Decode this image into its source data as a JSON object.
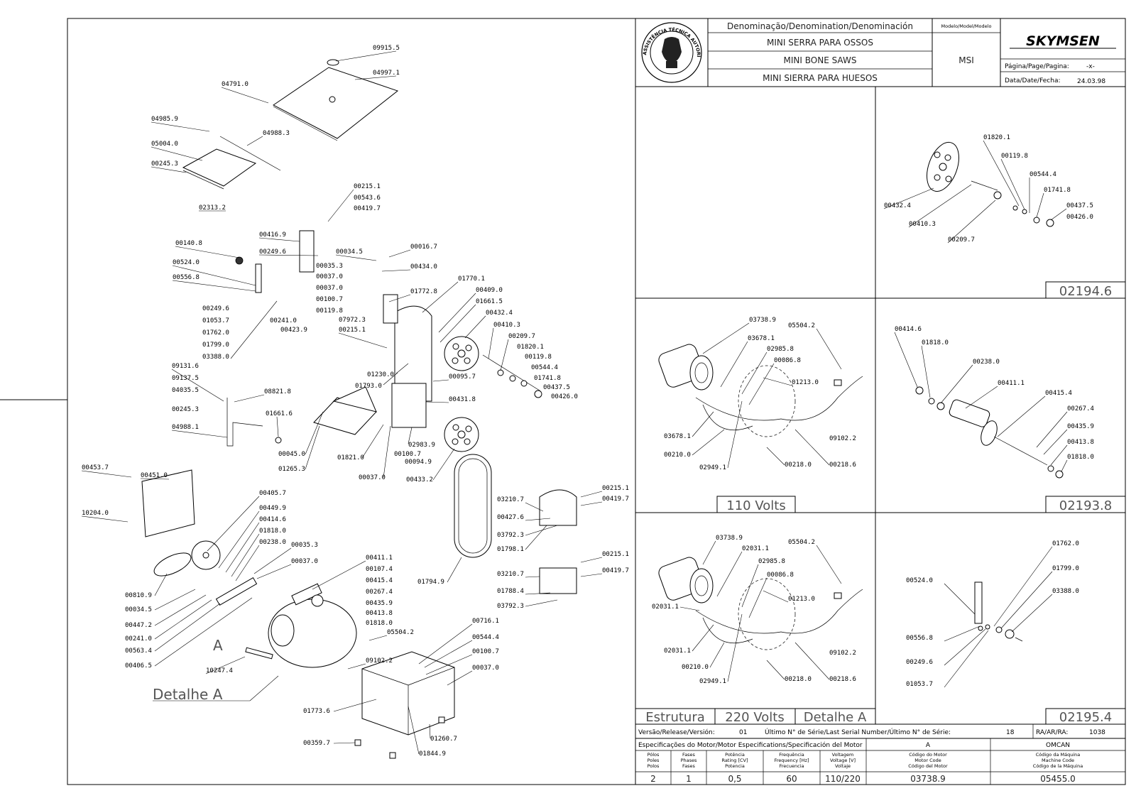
{
  "title_block": {
    "header": "Denominação/Denomination/Denominación",
    "model_header": "Modelo/Model/Modelo",
    "name_pt": "MINI SERRA PARA OSSOS",
    "name_en": "MINI BONE SAWS",
    "name_es": "MINI SIERRA PARA HUESOS",
    "model": "MSI",
    "brand": "SKYMSEN",
    "page_label": "Página/Page/Pagina:",
    "page_value": "-x-",
    "date_label": "Data/Date/Fecha:",
    "date_value": "24.03.98",
    "logo_text": "ASSISTÊNCIA TÉCNICA AUTORIZADA"
  },
  "section_labels": {
    "detail_a_main": "Detalhe  A",
    "marker_a": "A",
    "volts_110": "110  Volts",
    "volts_220": "220  Volts",
    "estrutura": "Estrutura",
    "detalhe_a": "Detalhe  A",
    "box_02194": "02194.6",
    "box_02193": "02193.8",
    "box_02195": "02195.4"
  },
  "release": {
    "version_label": "Versão/Release/Versión:",
    "version_value": "01",
    "serial_label": "Último N° de Série/Last Serial Number/Último N° de Série:",
    "serial_value": "18",
    "ra_label": "RA/AR/RA:",
    "ra_value": "1038"
  },
  "motor": {
    "spec_label": "Especificações do Motor/Motor Especifications/Specificación del Motor",
    "col_a": "A",
    "col_omcan": "OMCAN",
    "h_poles": [
      "Pólos",
      "Poles",
      "Polos"
    ],
    "h_phases": [
      "Fases",
      "Phases",
      "Fases"
    ],
    "h_power": [
      "Potência",
      "Rating [CV]",
      "Potencia"
    ],
    "h_freq": [
      "Frequência",
      "Frequency [Hz]",
      "Frecuencia"
    ],
    "h_volt": [
      "Voltagem",
      "Voltage [V]",
      "Voltaje"
    ],
    "h_motor_code": [
      "Código do Motor",
      "Motor Code",
      "Código del Motor"
    ],
    "h_machine_code": [
      "Código da Máquina",
      "Machine Code",
      "Código de la Máquina"
    ],
    "poles": "2",
    "phases": "1",
    "power": "0,5",
    "freq": "60",
    "volt": "110/220",
    "motor_code": "03738.9",
    "machine_code": "05455.0"
  },
  "main_labels": {
    "l1": "09915.5",
    "l2": "04997.1",
    "l3": "04791.0",
    "l4": "04985.9",
    "l5": "04988.3",
    "l6": "05004.0",
    "l7": "00245.3",
    "l8": "02313.2",
    "l9": "00215.1",
    "l10": "00543.6",
    "l11": "00419.7",
    "l12": "00416.9",
    "l13": "00249.6",
    "l14": "00140.8",
    "l15": "00524.0",
    "l16": "00556.8",
    "l17": "00249.6",
    "l18": "01053.7",
    "l19": "01762.0",
    "l20": "01799.0",
    "l21": "03388.0",
    "l22": "00241.0",
    "l23": "00423.9",
    "l24": "00034.5",
    "l25": "00016.7",
    "l26": "00035.3",
    "l27": "00434.0",
    "l28": "00037.0",
    "l29": "00037.0",
    "l30": "00100.7",
    "l31": "00119.8",
    "l32": "01772.8",
    "l33": "07972.3",
    "l34": "00215.1",
    "l35": "01770.1",
    "l36": "00409.0",
    "l37": "01661.5",
    "l38": "00432.4",
    "l39": "00410.3",
    "l40": "00209.7",
    "l41": "01820.1",
    "l42": "00119.8",
    "l43": "00544.4",
    "l44": "01741.8",
    "l45": "00437.5",
    "l46": "00426.0",
    "l47": "01230.0",
    "l48": "01793.0",
    "l49": "00095.7",
    "l50": "00431.8",
    "l51": "09131.6",
    "l52": "09137.5",
    "l53": "04035.5",
    "l54": "00245.3",
    "l55": "08821.8",
    "l56": "01661.6",
    "l57": "04988.1",
    "l58": "00045.0",
    "l59": "01265.3",
    "l60": "01821.0",
    "l61": "00100.7",
    "l62": "00094.9",
    "l63": "02983.9",
    "l64": "00037.0",
    "l65": "00433.2",
    "l66": "00453.7",
    "l67": "00451.0",
    "l68": "10204.0",
    "l69": "00405.7",
    "l70": "00449.9",
    "l71": "00414.6",
    "l72": "01818.0",
    "l73": "00238.0",
    "l74": "00035.3",
    "l75": "00037.0",
    "l76": "00810.9",
    "l77": "00034.5",
    "l78": "00447.2",
    "l79": "00241.0",
    "l80": "00563.4",
    "l81": "00406.5",
    "l82": "00411.1",
    "l83": "00107.4",
    "l84": "00415.4",
    "l85": "00267.4",
    "l86": "00435.9",
    "l87": "00413.8",
    "l88": "01818.0",
    "l89": "05504.2",
    "l90": "09102.2",
    "l91": "10247.4",
    "l92": "03210.7",
    "l93": "00427.6",
    "l94": "03792.3",
    "l95": "01798.1",
    "l96": "00215.1",
    "l97": "00419.7",
    "l98": "00215.1",
    "l99": "00419.7",
    "l100": "03210.7",
    "l101": "01788.4",
    "l102": "03792.3",
    "l103": "01794.9",
    "l104": "00716.1",
    "l105": "00544.4",
    "l106": "00100.7",
    "l107": "00037.0",
    "l108": "01773.6",
    "l109": "00359.7",
    "l110": "01260.7",
    "l111": "01844.9"
  },
  "detail_02194": {
    "a": "01820.1",
    "b": "00119.8",
    "c": "00544.4",
    "d": "01741.8",
    "e": "00437.5",
    "f": "00426.0",
    "g": "00432.4",
    "h": "00410.3",
    "i": "00209.7"
  },
  "detail_110": {
    "a": "03738.9",
    "b": "05504.2",
    "c": "03678.1",
    "d": "02985.8",
    "e": "00086.8",
    "f": "01213.0",
    "g": "03678.1",
    "h": "00210.0",
    "i": "02949.1",
    "j": "00218.0",
    "k": "00218.6",
    "l": "09102.2"
  },
  "detail_02193": {
    "a": "00414.6",
    "b": "01818.0",
    "c": "00238.0",
    "d": "00411.1",
    "e": "00415.4",
    "f": "00267.4",
    "g": "00435.9",
    "h": "00413.8",
    "i": "01818.0"
  },
  "detail_220": {
    "a": "03738.9",
    "b": "02031.1",
    "c": "05504.2",
    "d": "02985.8",
    "e": "00086.8",
    "f": "01213.0",
    "g": "02031.1",
    "h": "02031.1",
    "i": "00210.0",
    "j": "02949.1",
    "k": "00218.0",
    "l": "00218.6",
    "m": "09102.2"
  },
  "detail_02195": {
    "a": "01762.0",
    "b": "01799.0",
    "c": "03388.0",
    "d": "00524.0",
    "e": "00556.8",
    "f": "00249.6",
    "g": "01053.7"
  }
}
